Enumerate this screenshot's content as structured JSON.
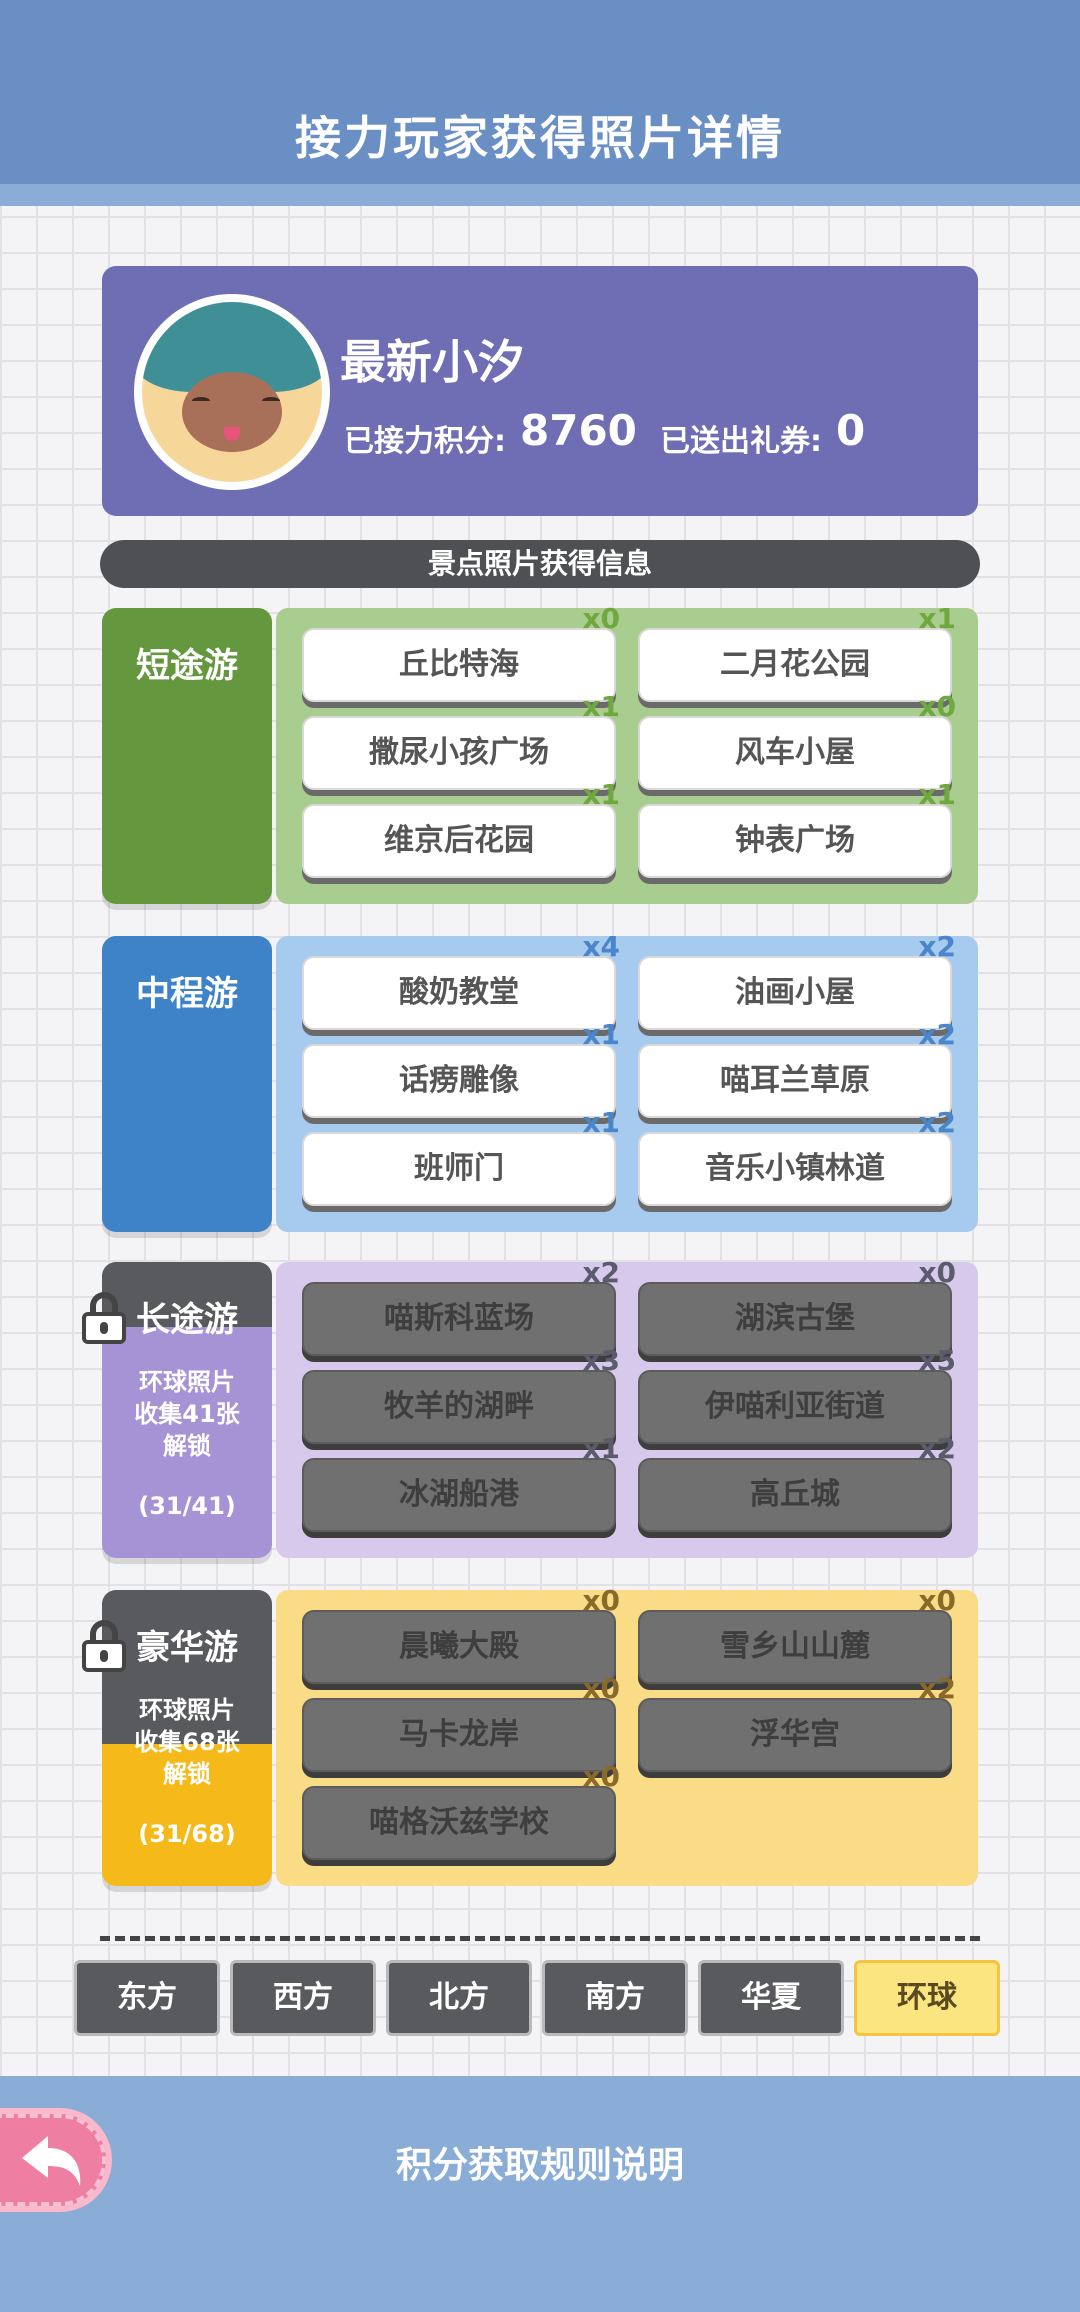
{
  "header": {
    "title": "接力玩家获得照片详情"
  },
  "profile": {
    "name": "最新小汐",
    "relay_points_label": "已接力积分:",
    "relay_points_value": "8760",
    "gift_label": "已送出礼券:",
    "gift_value": "0"
  },
  "section_title": "景点照片获得信息",
  "groups": [
    {
      "title": "短途游",
      "color": "#64973e",
      "area_color": "#a9cc8f",
      "locked": false,
      "items": [
        {
          "label": "丘比特海",
          "count": "x0"
        },
        {
          "label": "二月花公园",
          "count": "x1"
        },
        {
          "label": "撒尿小孩广场",
          "count": "x1"
        },
        {
          "label": "风车小屋",
          "count": "x0"
        },
        {
          "label": "维京后花园",
          "count": "x1"
        },
        {
          "label": "钟表广场",
          "count": "x1"
        }
      ]
    },
    {
      "title": "中程游",
      "color": "#3e82c8",
      "area_color": "#a6cbee",
      "locked": false,
      "items": [
        {
          "label": "酸奶教堂",
          "count": "x4"
        },
        {
          "label": "油画小屋",
          "count": "x2"
        },
        {
          "label": "话痨雕像",
          "count": "x1"
        },
        {
          "label": "喵耳兰草原",
          "count": "x2"
        },
        {
          "label": "班师门",
          "count": "x1"
        },
        {
          "label": "音乐小镇林道",
          "count": "x2"
        }
      ]
    },
    {
      "title": "长途游",
      "color": "#a693d5",
      "area_color": "#d7c9ec",
      "locked": true,
      "lock_text_1": "环球照片",
      "lock_text_2": "收集41张",
      "lock_text_3": "解锁",
      "progress": "(31/41)",
      "items": [
        {
          "label": "喵斯科蓝场",
          "count": "x2"
        },
        {
          "label": "湖滨古堡",
          "count": "x0"
        },
        {
          "label": "牧羊的湖畔",
          "count": "x3"
        },
        {
          "label": "伊喵利亚街道",
          "count": "x5"
        },
        {
          "label": "冰湖船港",
          "count": "x1"
        },
        {
          "label": "高丘城",
          "count": "x2"
        }
      ]
    },
    {
      "title": "豪华游",
      "color": "#f5b919",
      "area_color": "#fbdc86",
      "locked": true,
      "lock_text_1": "环球照片",
      "lock_text_2": "收集68张",
      "lock_text_3": "解锁",
      "progress": "(31/68)",
      "items": [
        {
          "label": "晨曦大殿",
          "count": "x0"
        },
        {
          "label": "雪乡山山麓",
          "count": "x0"
        },
        {
          "label": "马卡龙岸",
          "count": "x0"
        },
        {
          "label": "浮华宫",
          "count": "x2"
        },
        {
          "label": "喵格沃兹学校",
          "count": "x0"
        }
      ]
    }
  ],
  "region_tabs": [
    "东方",
    "西方",
    "北方",
    "南方",
    "华夏",
    "环球"
  ],
  "active_region": "环球",
  "footer": {
    "rules_label": "积分获取规则说明"
  }
}
